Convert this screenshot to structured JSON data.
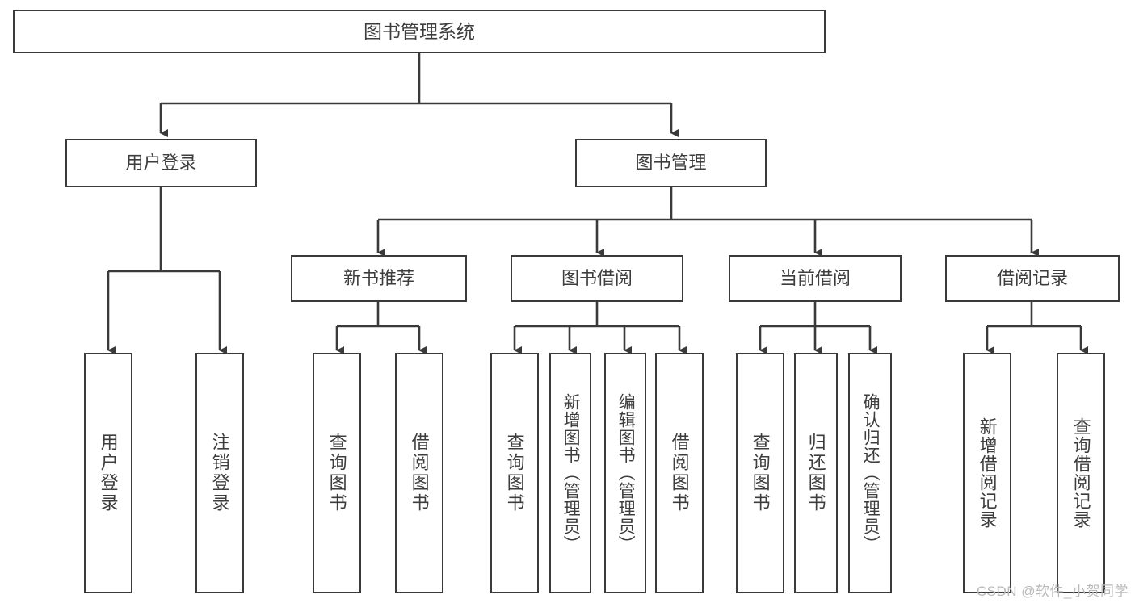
{
  "diagram": {
    "type": "tree-hierarchy",
    "title": "图书管理系统",
    "root": {
      "label": "图书管理系统"
    },
    "level2": [
      {
        "label": "用户登录"
      },
      {
        "label": "图书管理"
      }
    ],
    "level3": [
      {
        "label": "新书推荐"
      },
      {
        "label": "图书借阅"
      },
      {
        "label": "当前借阅"
      },
      {
        "label": "借阅记录"
      }
    ],
    "leaves": {
      "user_login": [
        {
          "label": "用户登录"
        },
        {
          "label": "注销登录"
        }
      ],
      "new_book_recommend": [
        {
          "label": "查询图书"
        },
        {
          "label": "借阅图书"
        }
      ],
      "book_borrow": [
        {
          "label": "查询图书"
        },
        {
          "label": "新增图书（管理员）"
        },
        {
          "label": "编辑图书（管理员）"
        },
        {
          "label": "借阅图书"
        }
      ],
      "current_borrow": [
        {
          "label": "查询图书"
        },
        {
          "label": "归还图书"
        },
        {
          "label": "确认归还（管理员）"
        }
      ],
      "borrow_record": [
        {
          "label": "新增借阅记录"
        },
        {
          "label": "查询借阅记录"
        }
      ]
    }
  },
  "watermark": {
    "text": "CSDN @软件_小贺同学"
  },
  "colors": {
    "stroke": "#3a3a3a",
    "text": "#3d3d3d",
    "background": "#ffffff",
    "watermark": "#b9b9b9"
  }
}
